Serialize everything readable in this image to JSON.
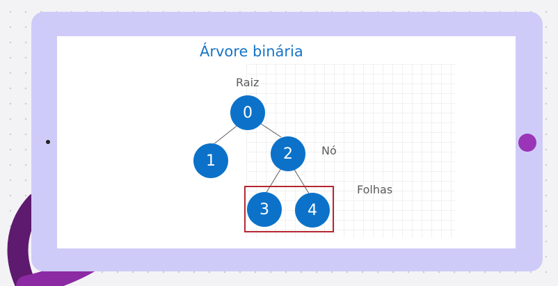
{
  "diagram": {
    "title": "Árvore binária",
    "labels": {
      "root": "Raiz",
      "node": "Nó",
      "leaves": "Folhas"
    },
    "nodes": [
      {
        "id": "0",
        "label": "0"
      },
      {
        "id": "1",
        "label": "1"
      },
      {
        "id": "2",
        "label": "2"
      },
      {
        "id": "3",
        "label": "3"
      },
      {
        "id": "4",
        "label": "4"
      }
    ],
    "edges": [
      {
        "from": "0",
        "to": "1"
      },
      {
        "from": "0",
        "to": "2"
      },
      {
        "from": "2",
        "to": "3"
      },
      {
        "from": "2",
        "to": "4"
      }
    ],
    "highlighted_group": [
      "3",
      "4"
    ]
  },
  "colors": {
    "node_fill": "#0c72c9",
    "title": "#1774c6",
    "highlight_box": "#b72532",
    "tablet_frame": "#cfcbf8",
    "home_button": "#9a35b8"
  }
}
